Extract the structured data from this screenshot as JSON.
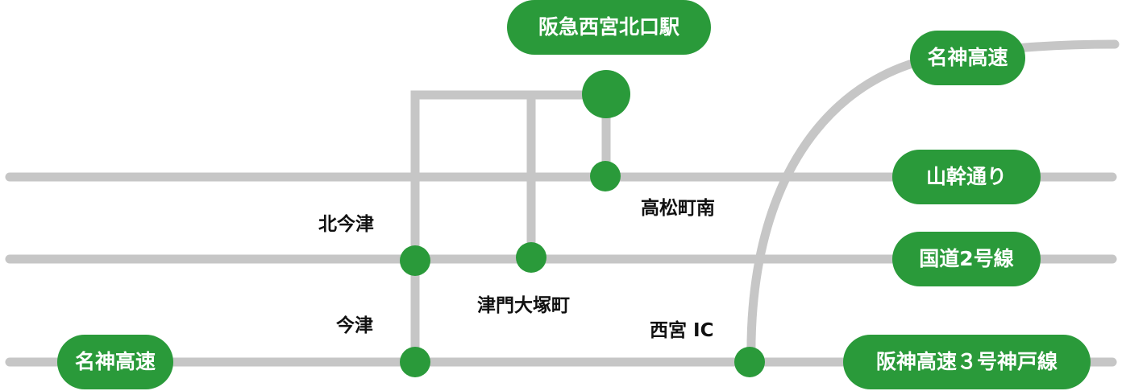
{
  "colors": {
    "road": "#c6c6c6",
    "accent": "#2a9a3a",
    "label_text": "#ffffff",
    "plain_text": "#111111"
  },
  "pills": {
    "hankyu_nishinomiya_kitaguchi": "阪急西宮北口駅",
    "meishin_top_right": "名神高速",
    "sankan_dori": "山幹通り",
    "route_2": "国道2号線",
    "meishin_left": "名神高速",
    "hanshin_kobe_line": "阪神高速３号神戸線"
  },
  "labels": {
    "takamatsucho_minami": "高松町南",
    "kita_imazu": "北今津",
    "tsumon_otsukacho": "津門大塚町",
    "imazu": "今津",
    "nishinomiya_ic": "西宮 IC"
  }
}
